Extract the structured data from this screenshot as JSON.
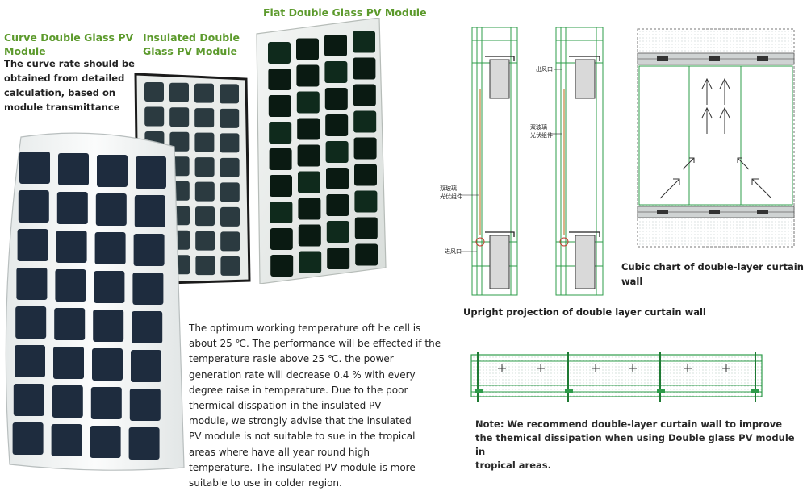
{
  "captions": {
    "flat": "Flat Double Glass PV Module",
    "curve_title_1": "Curve Double Glass PV",
    "curve_title_2": "Module",
    "insulated_1": "Insulated Double",
    "insulated_2": "Glass PV Module"
  },
  "curve_text": [
    "The curve rate should be",
    "obtained from detailed",
    "calculation, based on",
    "module transmittance"
  ],
  "main_paragraph": [
    "The optimum working temperature oft he cell is",
    "about 25 ℃. The performance will be effected if the",
    "temperature rasie above 25 ℃. the power",
    "generation rate will decrease 0.4 % with every",
    "degree raise in temperature. Due to the poor",
    "thermical disspation in the insulated PV",
    "module, we strongly advise that the insulated",
    "PV module is not suitable to sue in the tropical",
    "areas where have all year round high",
    "temperature. The insulated PV module is more",
    "suitable to use in colder region."
  ],
  "diagram_captions": {
    "upright": "Upright projection of double layer curtain wall",
    "cubic": "Cubic chart of double-layer curtain wall"
  },
  "diagram_labels": {
    "outlet": "出风口",
    "inlet": "进风口",
    "dg_1": "双玻璃",
    "dg_2": "光伏组件",
    "dg_3": "双玻璃",
    "dg_4": "光伏组件"
  },
  "note": [
    "Note:  We recommend double-layer curtain wall to improve",
    "the themical dissipation when using Double glass PV module in",
    "tropical areas."
  ]
}
